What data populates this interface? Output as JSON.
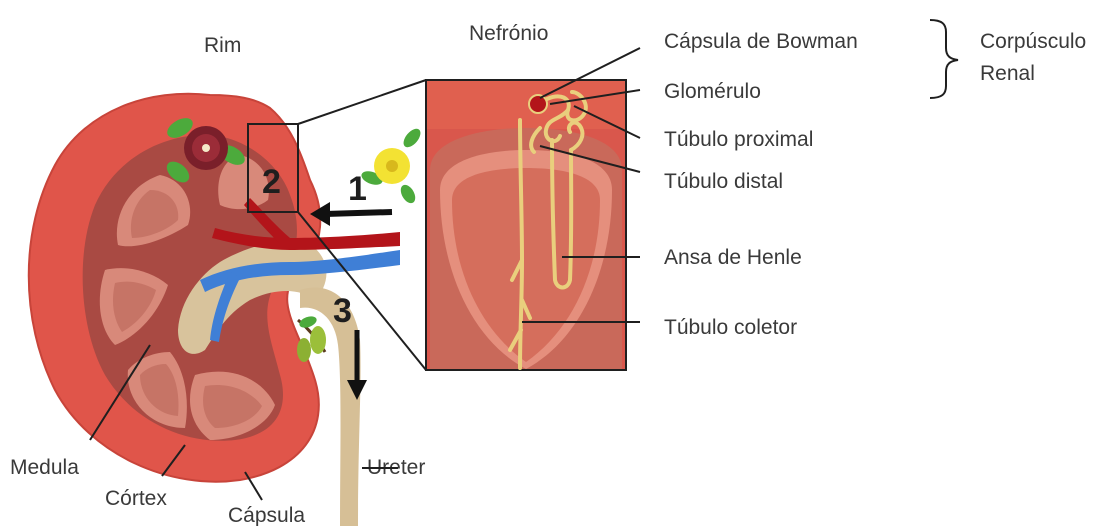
{
  "titles": {
    "kidney": "Rim",
    "nephron": "Nefrónio"
  },
  "labels": {
    "bowman_capsule": "Cápsula de Bowman",
    "glomerulus": "Glomérulo",
    "renal_corpuscle_line1": "Corpúsculo",
    "renal_corpuscle_line2": "Renal",
    "proximal_tubule": "Túbulo proximal",
    "distal_tubule": "Túbulo distal",
    "loop_of_henle": "Ansa de Henle",
    "collecting_tubule": "Túbulo coletor",
    "ureter": "Ureter",
    "medulla": "Medula",
    "cortex": "Córtex",
    "capsule": "Cápsula"
  },
  "steps": {
    "one": "1",
    "two": "2",
    "three": "3"
  },
  "colors": {
    "capsule": "#e0554a",
    "cortex": "#d9574c",
    "medulla_dark": "#a94a43",
    "pyramid": "#d8897a",
    "pyramid_inner": "#c67466",
    "hilum": "#d8c39c",
    "artery": "#b3141a",
    "vein": "#3f7fd6",
    "ureter": "#d6bf96",
    "tubule": "#e9cf7d",
    "flower_red": "#7a1f2a",
    "flower_yellow": "#f3e233",
    "leaf": "#4caa3c"
  }
}
